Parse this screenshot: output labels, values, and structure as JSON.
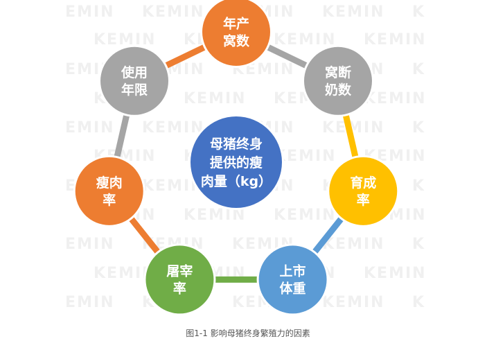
{
  "watermark": {
    "text": "KEMIN"
  },
  "diagram": {
    "center": {
      "lines": [
        "母猪终身",
        "提供的瘦",
        "肉量（kg）"
      ],
      "color": "#4472c4"
    },
    "nodes": [
      {
        "id": "annual-litters",
        "lines": [
          "年产",
          "窝数"
        ],
        "color": "#ed7d31"
      },
      {
        "id": "weaned-per-litter",
        "lines": [
          "窝断",
          "奶数"
        ],
        "color": "#a5a5a5"
      },
      {
        "id": "rearing-rate",
        "lines": [
          "育成",
          "率"
        ],
        "color": "#ffc000"
      },
      {
        "id": "market-weight",
        "lines": [
          "上市",
          "体重"
        ],
        "color": "#5b9bd5"
      },
      {
        "id": "slaughter-rate",
        "lines": [
          "屠宰",
          "率"
        ],
        "color": "#70ad47"
      },
      {
        "id": "lean-rate",
        "lines": [
          "瘦肉",
          "率"
        ],
        "color": "#ed7d31"
      },
      {
        "id": "service-life",
        "lines": [
          "使用",
          "年限"
        ],
        "color": "#a5a5a5"
      }
    ]
  },
  "caption": "图1-1 影响母猪终身繁殖力的因素"
}
